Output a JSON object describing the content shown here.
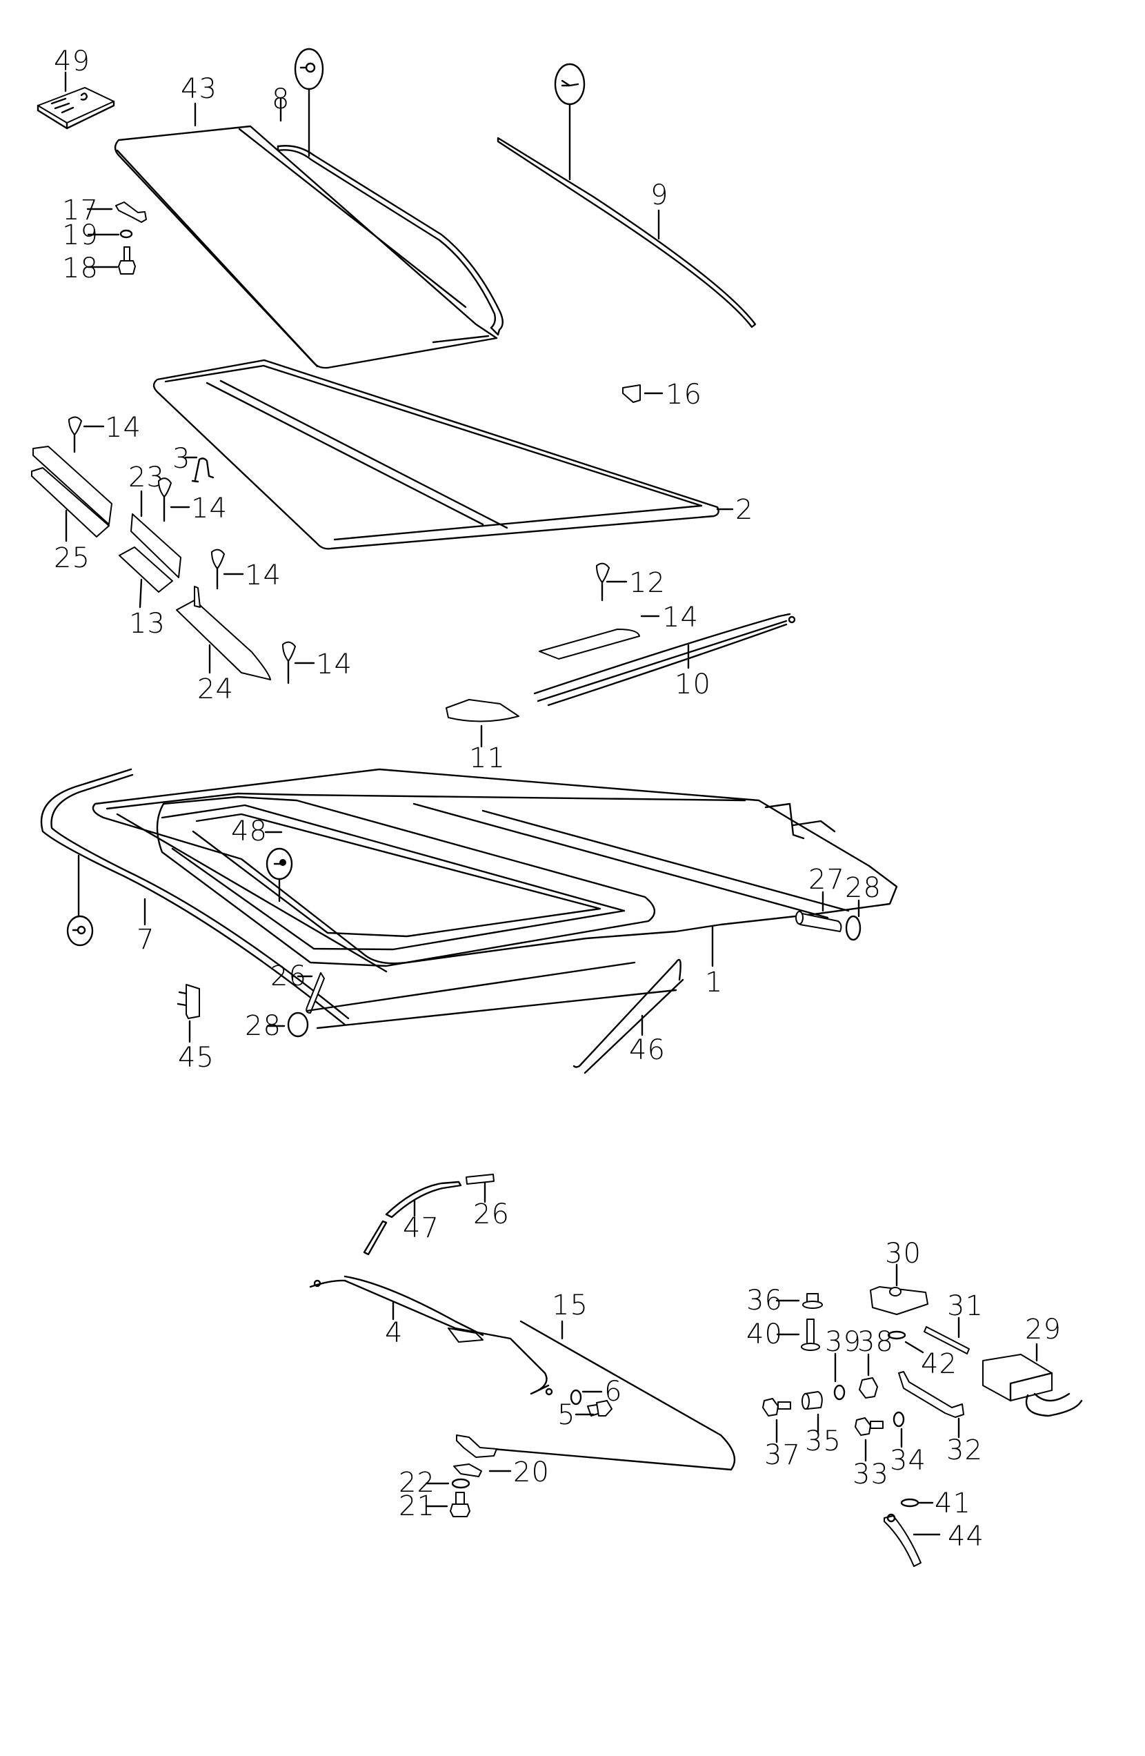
{
  "diagram": {
    "type": "exploded parts diagram",
    "subject": "sunroof / sliding roof assembly",
    "background": "#ffffff",
    "ink": "#000000",
    "callouts": [
      {
        "id": "c49",
        "label": "49",
        "part": "sticker-label"
      },
      {
        "id": "c43",
        "label": "43",
        "part": "sliding-roof-panel"
      },
      {
        "id": "c8",
        "label": "8",
        "part": "seal-strip"
      },
      {
        "id": "c9",
        "label": "9",
        "part": "seal-strip-outer"
      },
      {
        "id": "c17",
        "label": "17",
        "part": "bracket-clip"
      },
      {
        "id": "c19",
        "label": "19",
        "part": "lock-washer"
      },
      {
        "id": "c18",
        "label": "18",
        "part": "hex-bolt"
      },
      {
        "id": "c16",
        "label": "16",
        "part": "stop-block"
      },
      {
        "id": "c2",
        "label": "2",
        "part": "roof-frame"
      },
      {
        "id": "c14a",
        "label": "14",
        "part": "screw"
      },
      {
        "id": "c3",
        "label": "3",
        "part": "clip"
      },
      {
        "id": "c23",
        "label": "23",
        "part": "cover-strip"
      },
      {
        "id": "c14b",
        "label": "14",
        "part": "screw"
      },
      {
        "id": "c25",
        "label": "25",
        "part": "guide-rail-left"
      },
      {
        "id": "c13",
        "label": "13",
        "part": "guide-rail-center"
      },
      {
        "id": "c14c",
        "label": "14",
        "part": "screw"
      },
      {
        "id": "c24",
        "label": "24",
        "part": "guide-rail-right"
      },
      {
        "id": "c14d",
        "label": "14",
        "part": "screw"
      },
      {
        "id": "c12",
        "label": "12",
        "part": "guide-plate"
      },
      {
        "id": "c14e",
        "label": "14",
        "part": "screw"
      },
      {
        "id": "c10",
        "label": "10",
        "part": "guide-rail-long"
      },
      {
        "id": "c11",
        "label": "11",
        "part": "corner-plate"
      },
      {
        "id": "c48",
        "label": "48",
        "part": "roof-opening-frame"
      },
      {
        "id": "c7",
        "label": "7",
        "part": "drain-seal"
      },
      {
        "id": "c1",
        "label": "1",
        "part": "sunroof-housing"
      },
      {
        "id": "c27",
        "label": "27",
        "part": "drain-tube-connector"
      },
      {
        "id": "c28a",
        "label": "28",
        "part": "hose-clamp"
      },
      {
        "id": "c26a",
        "label": "26",
        "part": "drain-tube-connector"
      },
      {
        "id": "c28b",
        "label": "28",
        "part": "hose-clamp"
      },
      {
        "id": "c45",
        "label": "45",
        "part": "plug-connector"
      },
      {
        "id": "c46",
        "label": "46",
        "part": "drain-hose"
      },
      {
        "id": "c47",
        "label": "47",
        "part": "drain-hose"
      },
      {
        "id": "c26b",
        "label": "26",
        "part": "drain-tube-connector"
      },
      {
        "id": "c4",
        "label": "4",
        "part": "drive-cable"
      },
      {
        "id": "c15",
        "label": "15",
        "part": "cable-guide"
      },
      {
        "id": "c6",
        "label": "6",
        "part": "washer"
      },
      {
        "id": "c5",
        "label": "5",
        "part": "bolt"
      },
      {
        "id": "c20",
        "label": "20",
        "part": "bracket"
      },
      {
        "id": "c22",
        "label": "22",
        "part": "washer"
      },
      {
        "id": "c21",
        "label": "21",
        "part": "bolt"
      },
      {
        "id": "c30",
        "label": "30",
        "part": "drive-unit"
      },
      {
        "id": "c36",
        "label": "36",
        "part": "plug"
      },
      {
        "id": "c40",
        "label": "40",
        "part": "bolt"
      },
      {
        "id": "c39",
        "label": "39",
        "part": "washer"
      },
      {
        "id": "c38",
        "label": "38",
        "part": "nut"
      },
      {
        "id": "c31",
        "label": "31",
        "part": "pin"
      },
      {
        "id": "c42",
        "label": "42",
        "part": "washer"
      },
      {
        "id": "c29",
        "label": "29",
        "part": "motor-relay-unit"
      },
      {
        "id": "c37",
        "label": "37",
        "part": "bolt"
      },
      {
        "id": "c35",
        "label": "35",
        "part": "spacer"
      },
      {
        "id": "c33",
        "label": "33",
        "part": "bolt"
      },
      {
        "id": "c34",
        "label": "34",
        "part": "washer"
      },
      {
        "id": "c32",
        "label": "32",
        "part": "bracket-strap"
      },
      {
        "id": "c41",
        "label": "41",
        "part": "washer"
      },
      {
        "id": "c44",
        "label": "44",
        "part": "crank-handle"
      }
    ],
    "symbols": [
      {
        "id": "s1",
        "name": "ring-seal-symbol"
      },
      {
        "id": "s2",
        "name": "adhesive-strip-symbol"
      },
      {
        "id": "s3",
        "name": "filled-seal-symbol"
      },
      {
        "id": "s4",
        "name": "ring-seal-symbol"
      }
    ]
  }
}
